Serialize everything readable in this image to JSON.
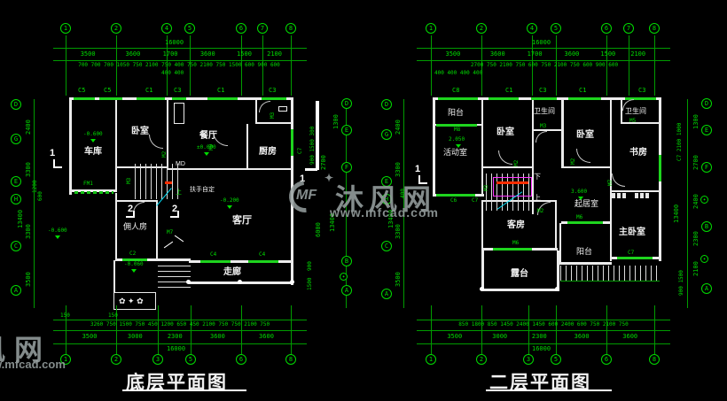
{
  "watermark": {
    "logo": "MF",
    "star": "✦",
    "name": "沐风网",
    "url": "www.mfcad.com",
    "partial_name": "风网",
    "partial_url": "w.mfcad.com"
  },
  "icons": {
    "planter": "✿ ✦ ✿",
    "axis_star": "✦"
  },
  "ground": {
    "title": "底层平面图",
    "top_axes": [
      "1",
      "2",
      "4",
      "5",
      "6",
      "7",
      "8"
    ],
    "bottom_axes": [
      "1",
      "2",
      "3",
      "5",
      "6",
      "8"
    ],
    "left_axes": [
      "D",
      "G",
      "E",
      "H",
      "C",
      "A"
    ],
    "right_axes": [
      "D",
      "E",
      "F",
      "B",
      "A"
    ],
    "top_total": "16000",
    "top_major": [
      "3500",
      "3600",
      "1700",
      "3600",
      "1500",
      "2100"
    ],
    "top_minor": "700 700 700 1050 750 2100 750 400 750 2100 750 1500 600 900 600",
    "top_sub": "400    400",
    "bottom_left_150": "150",
    "bottom_mid_150": "150",
    "bottom_minor": "3260  750 1500 750 450 1200 650 450 2100 750 750 2100 750",
    "bottom_major": [
      "3500",
      "3000",
      "2300",
      "3600",
      "3600"
    ],
    "bottom_total": "16000",
    "left_dims": {
      "d1": "2400",
      "d2": "3300",
      "d3": "1200",
      "d4": "600",
      "d5": "3300",
      "d6": "3500",
      "total": "13400"
    },
    "right_dims": {
      "d1": "1300",
      "d2": "900 1500 300",
      "d3": "2700",
      "d4": "6000",
      "d5": "900",
      "d6": "1500",
      "total": "13400"
    },
    "window_labels": [
      "C5",
      "C5",
      "C1",
      "C3",
      "C1",
      "C3"
    ],
    "rooms": {
      "garage": "车库",
      "bedroom": "卧室",
      "dining": "餐厅",
      "kitchen": "厨房",
      "maid": "佣人房",
      "living": "客厅",
      "corridor": "走廊"
    },
    "levels": {
      "garage": "-0.600",
      "dining": "±0.000",
      "living": "-0.200",
      "porch": "-0.060",
      "outdoor": "-0.600"
    },
    "tags": {
      "fm1": "FM1",
      "md": "MD",
      "m2": "M2",
      "m3_stair": "M3",
      "m3_bath": "M3",
      "m9": "M9",
      "m7": "M7",
      "c2": "C2",
      "c4_a": "C4",
      "c4_b": "C4",
      "c7": "C7"
    },
    "stair_note": "扶手自定",
    "stair_up": "上",
    "sec1": "1",
    "sec1r": "1",
    "sec2a": "2",
    "sec2b": "2"
  },
  "second": {
    "title": "二层平面图",
    "top_axes": [
      "1",
      "2",
      "4",
      "5",
      "6",
      "7",
      "8"
    ],
    "bottom_axes": [
      "1",
      "2",
      "3",
      "5",
      "6",
      "8"
    ],
    "left_axes": [
      "D",
      "G",
      "E",
      "H",
      "C",
      "A"
    ],
    "right_axes": [
      "D",
      "E",
      "F",
      "B",
      "A"
    ],
    "top_total": "16000",
    "top_major": [
      "3500",
      "3600",
      "1700",
      "3600",
      "1500",
      "2100"
    ],
    "top_minor": "2700 750 2100 750 600 750 2100 750 600 900 600",
    "top_sub": "400  400      400  400",
    "bottom_minor": "850 1800 850 1450 2400 1450 600 2400 600 750 2100 750",
    "bottom_major": [
      "3500",
      "3000",
      "2300",
      "3600",
      "3600"
    ],
    "bottom_total": "16000",
    "left_dims": {
      "d1": "2400",
      "d2": "3300",
      "d3": "400",
      "d4": "3300",
      "d5": "3500",
      "total": "13400"
    },
    "right_dims": {
      "d1": "1300",
      "d2": "2700",
      "d3": "2400",
      "d4": "2300",
      "d5": "2100",
      "d6": "900 1500",
      "small": "C7 2100 1000",
      "total": "13400"
    },
    "window_labels": [
      "C8",
      "C1",
      "C3",
      "C1",
      "C3"
    ],
    "rooms": {
      "balcony1": "阳台",
      "activity": "活动室",
      "bedroom1": "卧室",
      "bath1": "卫生间",
      "bedroom2": "卧室",
      "bath2": "卫生间",
      "study": "书房",
      "living": "起居室",
      "guest": "客房",
      "balcony2": "阳台",
      "master": "主卧室",
      "terrace": "露台"
    },
    "levels": {
      "activity": "2.050",
      "living": "3.600"
    },
    "tags": {
      "m8": "M8",
      "c6": "C6",
      "c7_left": "C7",
      "m3_stair": "M3",
      "m3_bath": "M3",
      "m5": "M5",
      "m2_a": "M2",
      "m2_b": "M2",
      "m2_c": "M2",
      "m6_a": "M6",
      "m6_b": "M6",
      "m7": "M7",
      "c7_bottom": "C7"
    },
    "stair_down": "下",
    "stair_up": "上",
    "sec1": "1"
  }
}
